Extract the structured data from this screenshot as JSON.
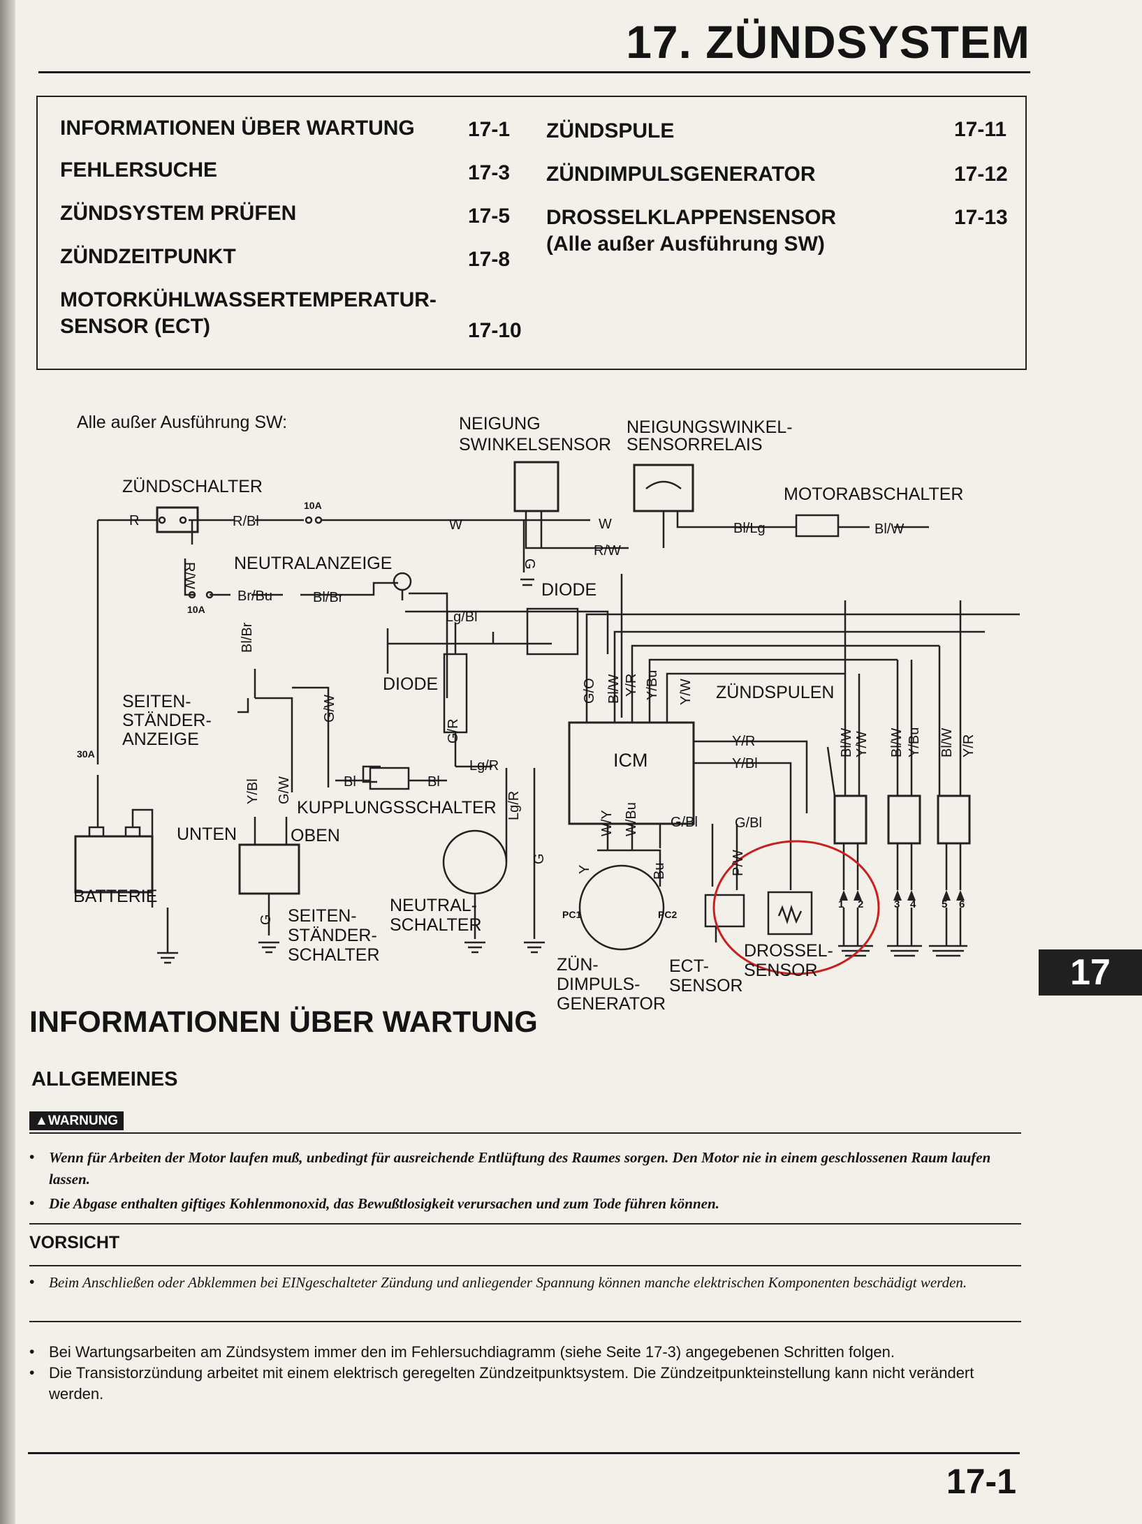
{
  "page": {
    "title": "17. ZÜNDSYSTEM",
    "tab_number": "17",
    "page_number": "17-1"
  },
  "toc": [
    {
      "label": "INFORMATIONEN ÜBER WARTUNG",
      "page": "17-1"
    },
    {
      "label": "FEHLERSUCHE",
      "page": "17-3"
    },
    {
      "label": "ZÜNDSYSTEM PRÜFEN",
      "page": "17-5"
    },
    {
      "label": "ZÜNDZEITPUNKT",
      "page": "17-8"
    },
    {
      "label": "MOTORKÜHLWASSERTEMPERATUR-",
      "label2": "SENSOR (ECT)",
      "page": "17-10"
    },
    {
      "label": "ZÜNDSPULE",
      "page": "17-11"
    },
    {
      "label": "ZÜNDIMPULSGENERATOR",
      "page": "17-12"
    },
    {
      "label": "DROSSELKLAPPENSENSOR",
      "label2": "(Alle außer Ausführung SW)",
      "page": "17-13"
    }
  ],
  "diagram": {
    "caption": "Alle außer Ausführung SW:",
    "labels": {
      "neigung1": "NEIGUNG",
      "neigung2": "SWINKELSENSOR",
      "relais1": "NEIGUNGSWINKEL-",
      "relais2": "SENSORRELAIS",
      "zuendschalter": "ZÜNDSCHALTER",
      "motorabschalter": "MOTORABSCHALTER",
      "neutralanzeige": "NEUTRALANZEIGE",
      "diode_top": "DIODE",
      "diode_mid": "DIODE",
      "zuendspulen": "ZÜNDSPULEN",
      "seiten1": "SEITEN-",
      "seiten2": "STÄNDER-",
      "seiten3": "ANZEIGE",
      "icm": "ICM",
      "kupplung": "KUPPLUNGSSCHALTER",
      "unten": "UNTEN",
      "oben": "OBEN",
      "batterie": "BATTERIE",
      "ss1": "SEITEN-",
      "ss2": "STÄNDER-",
      "ss3": "SCHALTER",
      "neutral1": "NEUTRAL-",
      "neutral2": "SCHALTER",
      "zuendimp1": "ZÜN-",
      "zuendimp2": "DIMPULS-",
      "zuendimp3": "GENERATOR",
      "ect1": "ECT-",
      "ect2": "SENSOR",
      "drossel1": "DROSSEL-",
      "drossel2": "SENSOR",
      "fuse10a_top": "10A",
      "fuse10a_left": "10A",
      "fuse30a": "30A",
      "pc1": "PC1",
      "pc2": "PC2"
    },
    "wires": [
      "R",
      "R/Bl",
      "W",
      "W",
      "Bl/Lg",
      "Bl/W",
      "R/W",
      "R/W",
      "G",
      "Br/Bu",
      "Bl/Br",
      "Lg/Bl",
      "Bl/Br",
      "G/W",
      "G/R",
      "Lg/R",
      "Bl",
      "Bl",
      "Y/Bl",
      "G/W",
      "G",
      "Lg/R",
      "G",
      "G/O",
      "Bl/W",
      "Y/R",
      "Y/Bu",
      "Y/W",
      "Y/R",
      "Y/Bl",
      "W/Y",
      "W/Bu",
      "Y",
      "Bu",
      "G/Bl",
      "G/Bl",
      "P/W",
      "Bl/W",
      "Y/W",
      "Bl/W",
      "Y/Bu",
      "Bl/W",
      "Y/R"
    ],
    "coil_numbers": [
      "1",
      "2",
      "3",
      "4",
      "5",
      "6"
    ]
  },
  "section": {
    "heading": "INFORMATIONEN ÜBER WARTUNG",
    "subheading": "ALLGEMEINES",
    "warning_label": "WARNUNG",
    "warnings": [
      "Wenn für Arbeiten der Motor laufen muß, unbedingt für ausreichende Entlüftung des Raumes sorgen. Den Motor nie in einem geschlossenen Raum laufen lassen.",
      "Die Abgase enthalten giftiges Kohlenmonoxid, das Bewußtlosigkeit verursachen und zum Tode führen können."
    ],
    "caution_label": "VORSICHT",
    "cautions": [
      "Beim Anschließen oder Abklemmen bei EINgeschalteter Zündung und anliegender Spannung können manche elektrischen Komponenten beschädigt werden."
    ],
    "notes": [
      "Bei Wartungsarbeiten am Zündsystem immer den im Fehlersuchdiagramm (siehe Seite 17-3) angegebenen Schritten folgen.",
      "Die Transistorzündung arbeitet mit einem elektrisch geregelten Zündzeitpunktsystem. Die Zündzeitpunkteinstellung kann nicht verändert werden."
    ]
  }
}
